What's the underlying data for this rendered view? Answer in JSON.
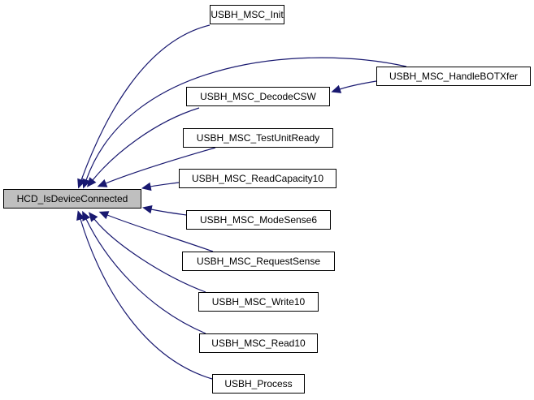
{
  "diagram": {
    "type": "call-graph",
    "root": {
      "id": "root",
      "label": "HCD_IsDeviceConnected"
    },
    "nodes": [
      {
        "id": "init",
        "label": "USBH_MSC_Init"
      },
      {
        "id": "handlebot",
        "label": "USBH_MSC_HandleBOTXfer"
      },
      {
        "id": "decodecsw",
        "label": "USBH_MSC_DecodeCSW"
      },
      {
        "id": "testunit",
        "label": "USBH_MSC_TestUnitReady"
      },
      {
        "id": "readcap",
        "label": "USBH_MSC_ReadCapacity10"
      },
      {
        "id": "modesense",
        "label": "USBH_MSC_ModeSense6"
      },
      {
        "id": "reqsense",
        "label": "USBH_MSC_RequestSense"
      },
      {
        "id": "write10",
        "label": "USBH_MSC_Write10"
      },
      {
        "id": "read10",
        "label": "USBH_MSC_Read10"
      },
      {
        "id": "process",
        "label": "USBH_Process"
      }
    ],
    "edges": [
      {
        "from": "init",
        "to": "root"
      },
      {
        "from": "handlebot",
        "to": "root"
      },
      {
        "from": "decodecsw",
        "to": "root"
      },
      {
        "from": "handlebot",
        "to": "decodecsw"
      },
      {
        "from": "testunit",
        "to": "root"
      },
      {
        "from": "readcap",
        "to": "root"
      },
      {
        "from": "modesense",
        "to": "root"
      },
      {
        "from": "reqsense",
        "to": "root"
      },
      {
        "from": "write10",
        "to": "root"
      },
      {
        "from": "read10",
        "to": "root"
      },
      {
        "from": "process",
        "to": "root"
      }
    ],
    "colors": {
      "edge": "#191970",
      "root_fill": "#bfbfbf",
      "node_fill": "#ffffff",
      "border": "#000000"
    }
  }
}
